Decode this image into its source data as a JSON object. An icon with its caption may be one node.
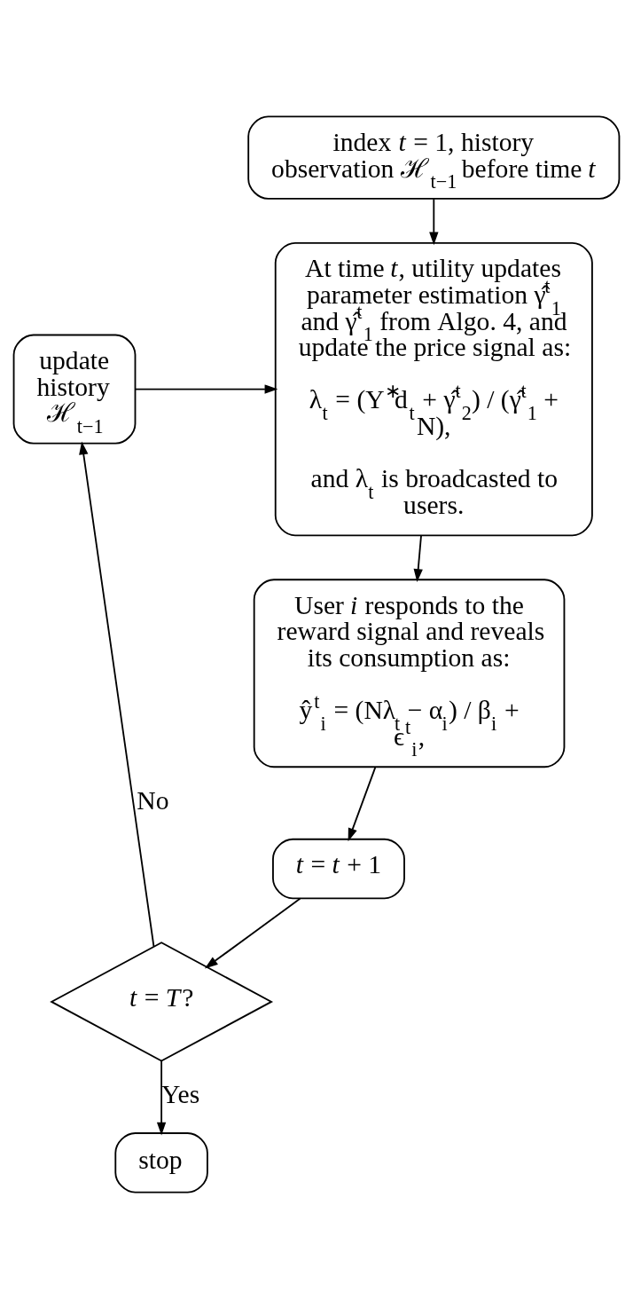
{
  "diagram": {
    "nodes": [
      {
        "text": [
          "index *t* = 1, history observation ℋ$_{t−1}$ before time *t*"
        ]
      },
      {
        "text": [
          "At time *t*, utility updates parameter estimation γ̂$^{t}$$_{1}$ and γ̂$^{t}$$_{1}$ from Algo. 4, and update the price signal as:",
          "λ$_{t}$ = (Y$^{∗}$d$_{t}$ + γ̂$^{t}$$_{2}$) / (γ̂$^{t}$$_{1}$ + N),",
          "and λ$_{t}$ is broadcasted to users."
        ]
      },
      {
        "text": [
          "User *i* responds to the reward signal and reveals its consumption as:",
          "ŷ$^{t}$$_{i}$ = (Nλ$_{t}$ − α$_{i}$) / β$_{i}$ + ϵ$^{t}$$_{i}$,"
        ]
      },
      {
        "text": [
          "*t* = *t* + 1"
        ]
      },
      {
        "text": [
          "*t* = *T*?"
        ]
      },
      {
        "text": [
          "stop"
        ]
      },
      {
        "text": [
          "update history ℋ$_{t−1}$"
        ]
      }
    ],
    "edges": [
      {
        "from": 0,
        "to": 1,
        "arrow": "to"
      },
      {
        "from": 1,
        "to": 2,
        "arrow": "to"
      },
      {
        "from": 2,
        "to": 3,
        "arrow": "to"
      },
      {
        "from": 3,
        "to": 4,
        "arrow": "to"
      },
      {
        "from": 4,
        "to": 5,
        "arrow": "to",
        "label": "Yes"
      },
      {
        "from": 4,
        "to": 6,
        "arrow": "to",
        "label": "No"
      },
      {
        "from": 6,
        "to": 1,
        "arrow": "to"
      }
    ]
  }
}
